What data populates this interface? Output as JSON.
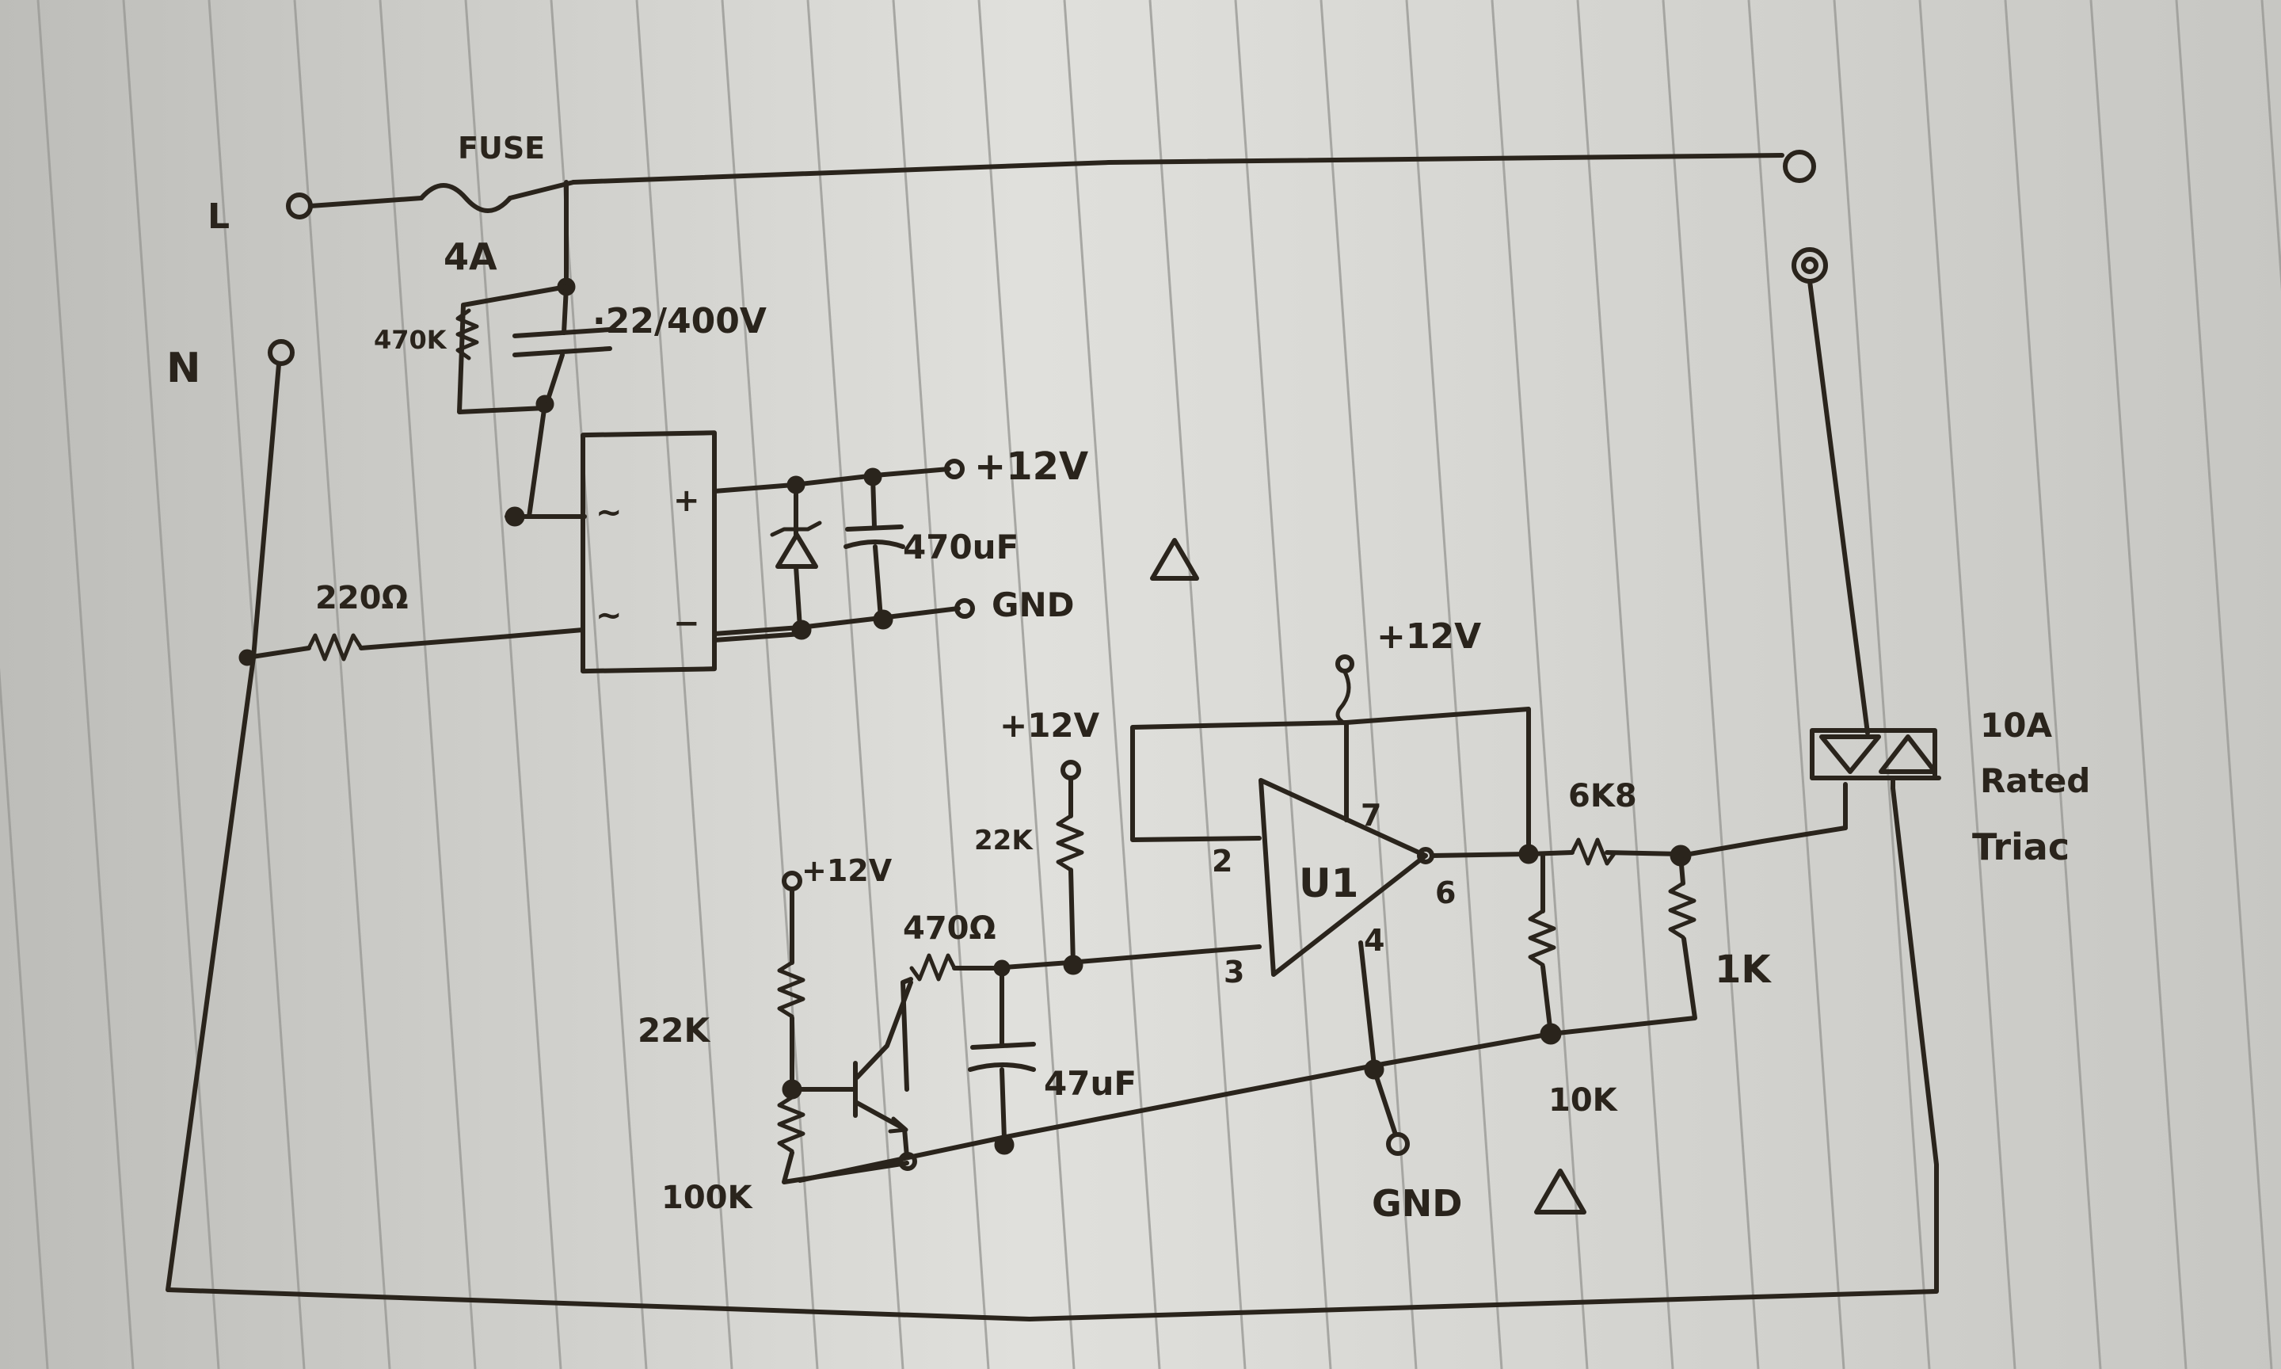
{
  "colors": {
    "paper": "#d6d6d2",
    "ink": "#2a241c",
    "rule": "#9a9a96"
  },
  "labels": {
    "line": "L",
    "neutral": "N",
    "fuse": "FUSE",
    "fuse_rating": "4A",
    "bleed_resistor": "470K",
    "dropper_cap": "·22/400V",
    "bridge_ac1": "~",
    "bridge_ac2": "~",
    "bridge_plus": "+",
    "bridge_minus": "−",
    "series_resistor": "220Ω",
    "supply_plus": "+12V",
    "filter_cap": "470uF",
    "supply_gnd": "GND",
    "warn_top": "⚠",
    "opamp_vcc": "+12V",
    "pin7": "7",
    "pin2": "2",
    "pin3": "3",
    "pin6": "6",
    "pin4": "4",
    "opamp_name": "U1",
    "bias_vcc": "+12V",
    "bias_resistor": "22K",
    "input_vcc": "+12V",
    "input_top_resistor": "22K",
    "input_bottom_resistor": "100K",
    "rc_resistor": "470Ω",
    "rc_cap": "47uF",
    "gate_resistor": "6K8",
    "gate_pulldown": "1K",
    "output_pulldown": "10K",
    "gnd_bottom": "GND",
    "warn_bottom": "⚠",
    "triac_note_1": "10A",
    "triac_note_2": "Rated",
    "triac_note_3": "Triac"
  }
}
